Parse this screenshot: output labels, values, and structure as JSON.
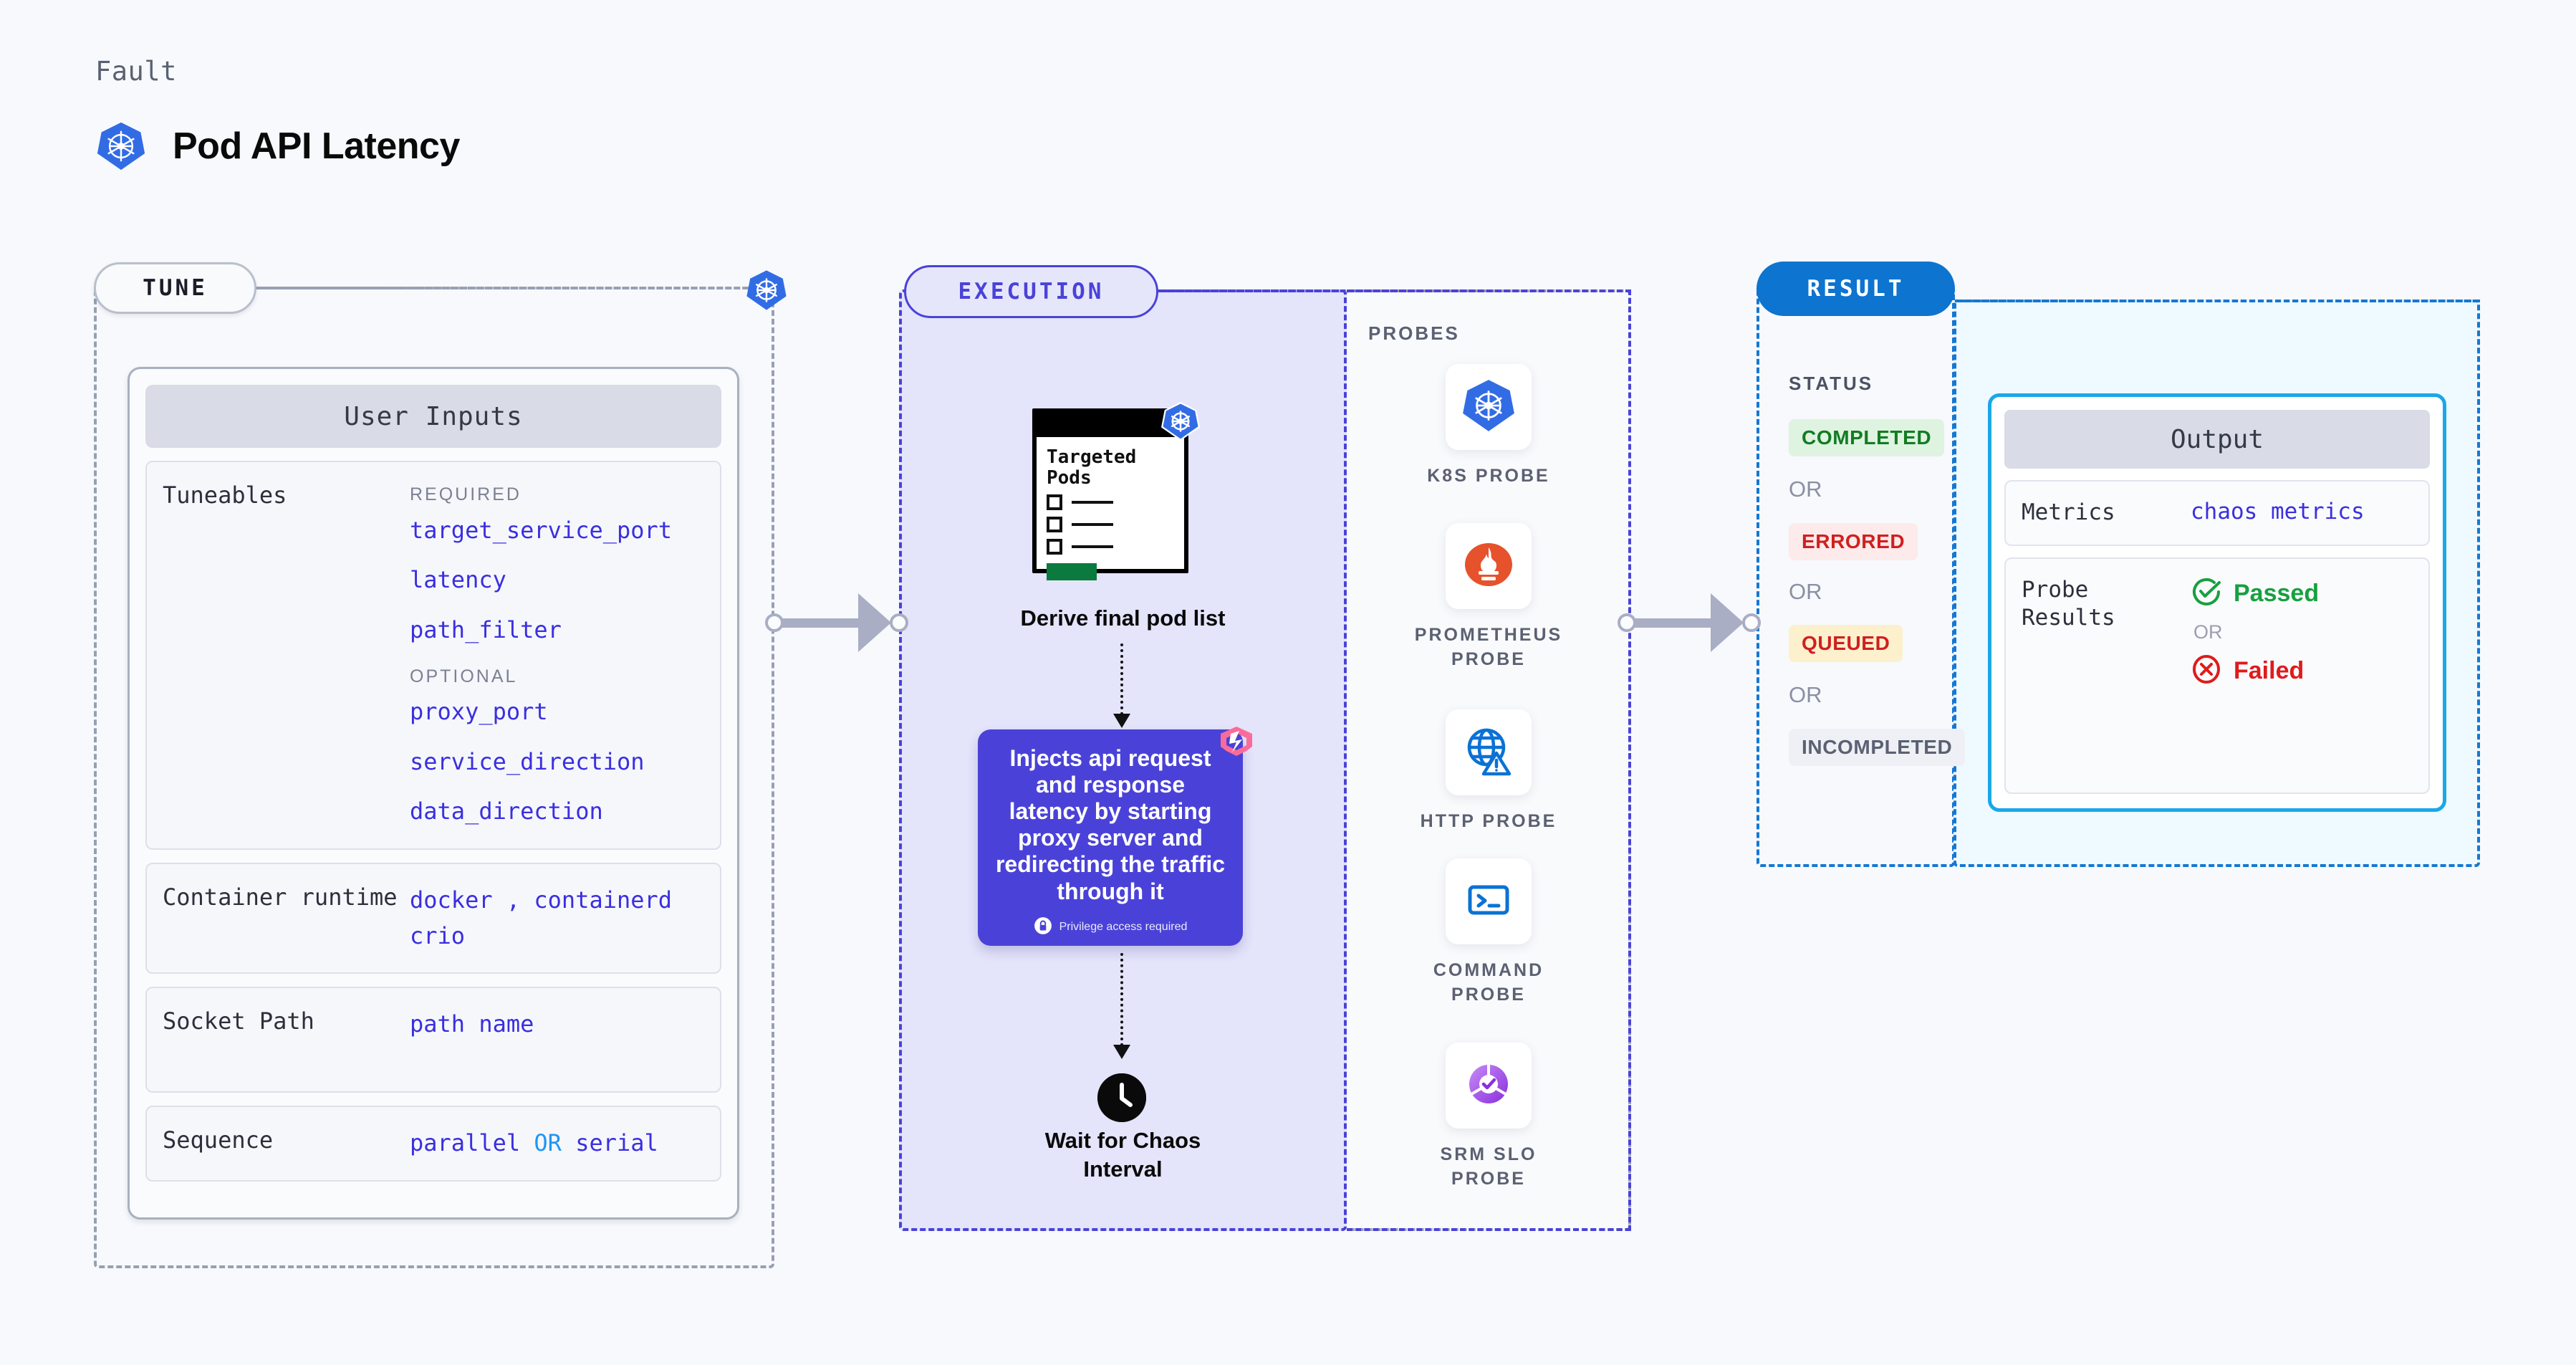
{
  "header": {
    "kicker": "Fault",
    "title": "Pod API Latency",
    "icon": "kubernetes-icon"
  },
  "stages": {
    "tune": {
      "label": "TUNE"
    },
    "execution": {
      "label": "EXECUTION"
    },
    "result": {
      "label": "RESULT"
    }
  },
  "tune": {
    "card_title": "User Inputs",
    "rows": [
      {
        "label": "Tuneables",
        "groups": [
          {
            "group": "REQUIRED",
            "items": [
              "target_service_port",
              "latency",
              "path_filter"
            ]
          },
          {
            "group": "OPTIONAL",
            "items": [
              "proxy_port",
              "service_direction",
              "data_direction"
            ]
          }
        ]
      },
      {
        "label": "Container runtime",
        "value_line1_a": "docker",
        "value_sep": ",",
        "value_line1_b": "containerd",
        "value_line2": "crio"
      },
      {
        "label": "Socket Path",
        "value": "path name"
      },
      {
        "label": "Sequence",
        "value_a": "parallel",
        "value_or": "OR",
        "value_b": "serial"
      }
    ]
  },
  "execution": {
    "doc": {
      "title_line1": "Targeted",
      "title_line2": "Pods",
      "icon": "kubernetes-icon"
    },
    "derive_caption": "Derive final pod list",
    "inject": {
      "text": "Injects api request and response latency by starting proxy server and redirecting the traffic through it",
      "privilege_note": "Privilege access required",
      "privilege_icon": "lock-icon",
      "brand_icon": "litmus-icon",
      "background": "#4a42d8"
    },
    "wait_caption_line1": "Wait for Chaos",
    "wait_caption_line2": "Interval",
    "wait_icon": "clock-icon"
  },
  "probes": {
    "title": "PROBES",
    "items": [
      {
        "name_line1": "K8S  PROBE",
        "name_line2": "",
        "icon": "kubernetes-icon"
      },
      {
        "name_line1": "PROMETHEUS",
        "name_line2": "PROBE",
        "icon": "prometheus-icon"
      },
      {
        "name_line1": "HTTP  PROBE",
        "name_line2": "",
        "icon": "http-globe-warning-icon"
      },
      {
        "name_line1": "COMMAND",
        "name_line2": "PROBE",
        "icon": "terminal-icon"
      },
      {
        "name_line1": "SRM  SLO",
        "name_line2": "PROBE",
        "icon": "srm-slo-icon"
      }
    ]
  },
  "result": {
    "status_title": "STATUS",
    "or_label": "OR",
    "statuses": [
      {
        "label": "COMPLETED",
        "bg": "#dff3e1",
        "fg": "#127c23"
      },
      {
        "label": "ERRORED",
        "bg": "#fdeaea",
        "fg": "#cf2020"
      },
      {
        "label": "QUEUED",
        "bg": "#fcf0cd",
        "fg": "#cf2020"
      },
      {
        "label": "INCOMPLETED",
        "bg": "#eef0f5",
        "fg": "#5b6172"
      }
    ]
  },
  "output": {
    "card_title": "Output",
    "metrics_label": "Metrics",
    "metrics_value": "chaos metrics",
    "probe_results_label_line1": "Probe",
    "probe_results_label_line2": "Results",
    "passed_label": "Passed",
    "failed_label": "Failed",
    "or_label": "OR",
    "passed_icon": "check-circle-icon",
    "failed_icon": "x-circle-icon"
  },
  "colors": {
    "background": "#f7f9fc",
    "accent_purple": "#4a42d8",
    "accent_blue": "#1677d2",
    "accent_cyan": "#1aa7e8",
    "mono_value": "#3a2fe0",
    "k8s_blue": "#326ce5",
    "litmus_pink": "#fb6b9a"
  }
}
